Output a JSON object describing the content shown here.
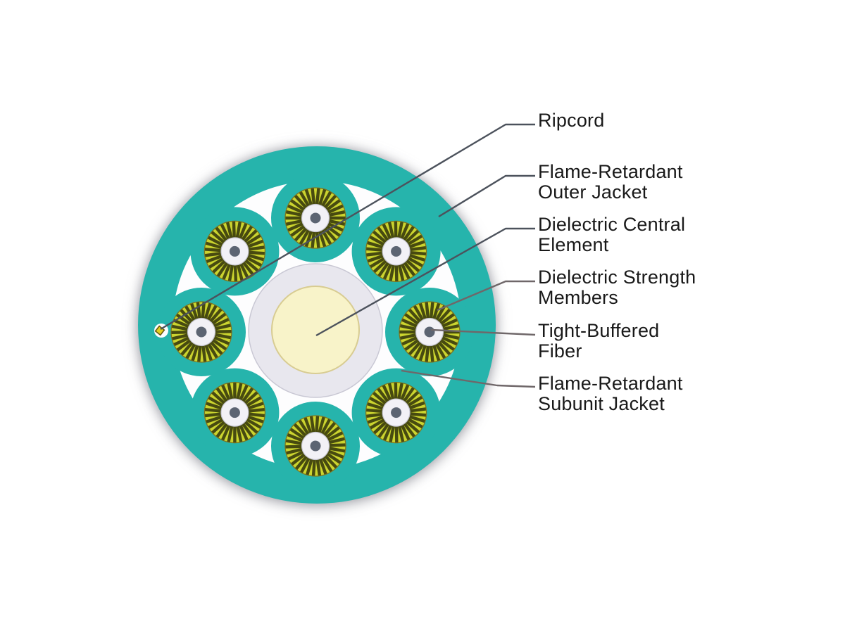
{
  "diagram": {
    "type": "fiber-optic-cable-cross-section",
    "subunit_count": 8,
    "labels": [
      {
        "id": "ripcord",
        "lines": [
          "Ripcord",
          ""
        ]
      },
      {
        "id": "flame-retardant-outer-jacket",
        "lines": [
          "Flame-Retardant",
          "Outer Jacket"
        ]
      },
      {
        "id": "dielectric-central-element",
        "lines": [
          "Dielectric Central",
          "Element"
        ]
      },
      {
        "id": "dielectric-strength-members",
        "lines": [
          "Dielectric Strength",
          "Members"
        ]
      },
      {
        "id": "tight-buffered-fiber",
        "lines": [
          "Tight-Buffered",
          "Fiber"
        ]
      },
      {
        "id": "flame-retardant-subunit-jacket",
        "lines": [
          "Flame-Retardant",
          "Subunit Jacket"
        ]
      }
    ],
    "colors": {
      "jacket_teal": "#26b4ac",
      "interior_white": "#fdfdfe",
      "central_element_gray": "#e8e7ee",
      "central_element_outline": "#c9c8d4",
      "central_core_cream": "#f8f3c9",
      "central_core_outline": "#d8cc92",
      "strength_member_yellow": "#cbd42f",
      "strength_member_dark": "#474a10",
      "strength_member_outline": "#7e7620",
      "tight_buffer_white": "#f2f1f6",
      "tight_buffer_outline": "#c2c1cc",
      "fiber_gray": "#5c6472",
      "ripcord_yellow": "#e3cf1e",
      "leader_line_dark": "#4c525c",
      "leader_line_warm": "#6f6769",
      "label_text": "#191919"
    }
  }
}
